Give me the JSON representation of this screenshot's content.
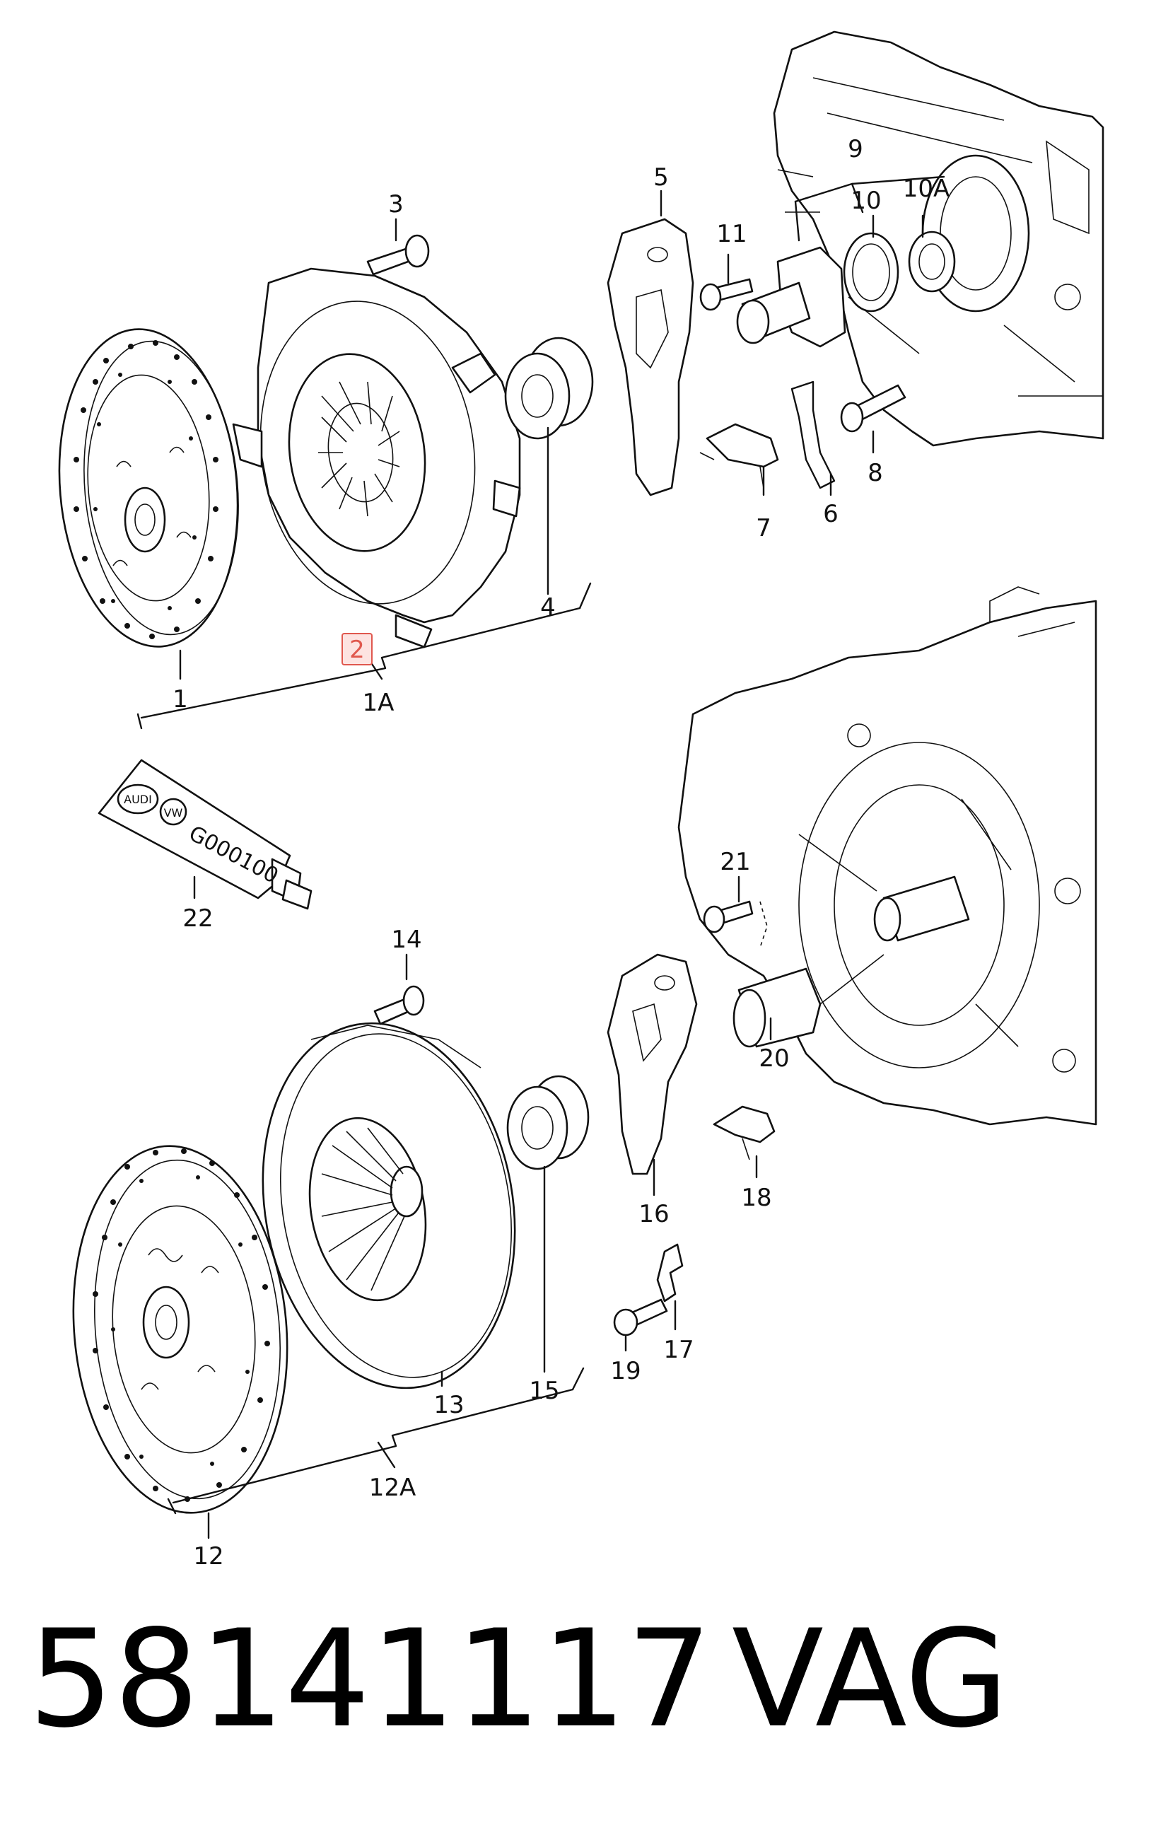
{
  "diagram": {
    "labels": {
      "l1": "1",
      "l1a": "1A",
      "l2": "2",
      "l3": "3",
      "l4": "4",
      "l5": "5",
      "l6": "6",
      "l7": "7",
      "l8": "8",
      "l9": "9",
      "l10": "10",
      "l10a": "10A",
      "l11": "11",
      "l12": "12",
      "l12a": "12A",
      "l13": "13",
      "l14": "14",
      "l15": "15",
      "l16": "16",
      "l17": "17",
      "l18": "18",
      "l19": "19",
      "l20": "20",
      "l21": "21",
      "l22": "22"
    },
    "tube_text": "G000100",
    "tube_logo_left": "AUDI",
    "tube_logo_right": "VW",
    "highlight_color": "#e0584e",
    "highlight_fill": "#fde3e1"
  },
  "footer": {
    "part_number": "58141117",
    "brand": "VAG"
  }
}
